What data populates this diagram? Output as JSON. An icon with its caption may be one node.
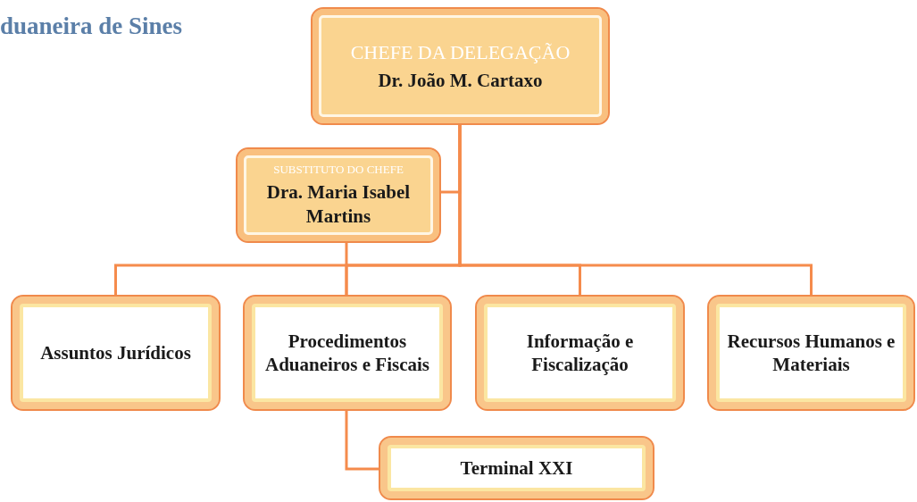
{
  "diagram": {
    "title": "duaneira de Sines",
    "nodes": [
      {
        "text": [
          "CHEFE DA DELEGAÇÃO",
          "Dr. João M. Cartaxo"
        ]
      },
      {
        "text": [
          "SUBSTITUTO DO CHEFE",
          "Dra. Maria Isabel Martins"
        ]
      },
      {
        "text": [
          "Assuntos Jurídicos"
        ]
      },
      {
        "text": [
          "Procedimentos Aduaneiros e Fiscais"
        ]
      },
      {
        "text": [
          "Informação e Fiscalização"
        ]
      },
      {
        "text": [
          "Recursos Humanos e Materiais"
        ]
      },
      {
        "text": [
          "Terminal XXI"
        ]
      }
    ],
    "edges": [
      {
        "from": 0,
        "to": 1,
        "arrow": "none"
      },
      {
        "from": 0,
        "to": 2,
        "arrow": "none"
      },
      {
        "from": 0,
        "to": 3,
        "arrow": "none"
      },
      {
        "from": 0,
        "to": 4,
        "arrow": "none"
      },
      {
        "from": 0,
        "to": 5,
        "arrow": "none"
      },
      {
        "from": 1,
        "to": 3,
        "arrow": "none"
      },
      {
        "from": 3,
        "to": 6,
        "arrow": "none"
      }
    ]
  }
}
